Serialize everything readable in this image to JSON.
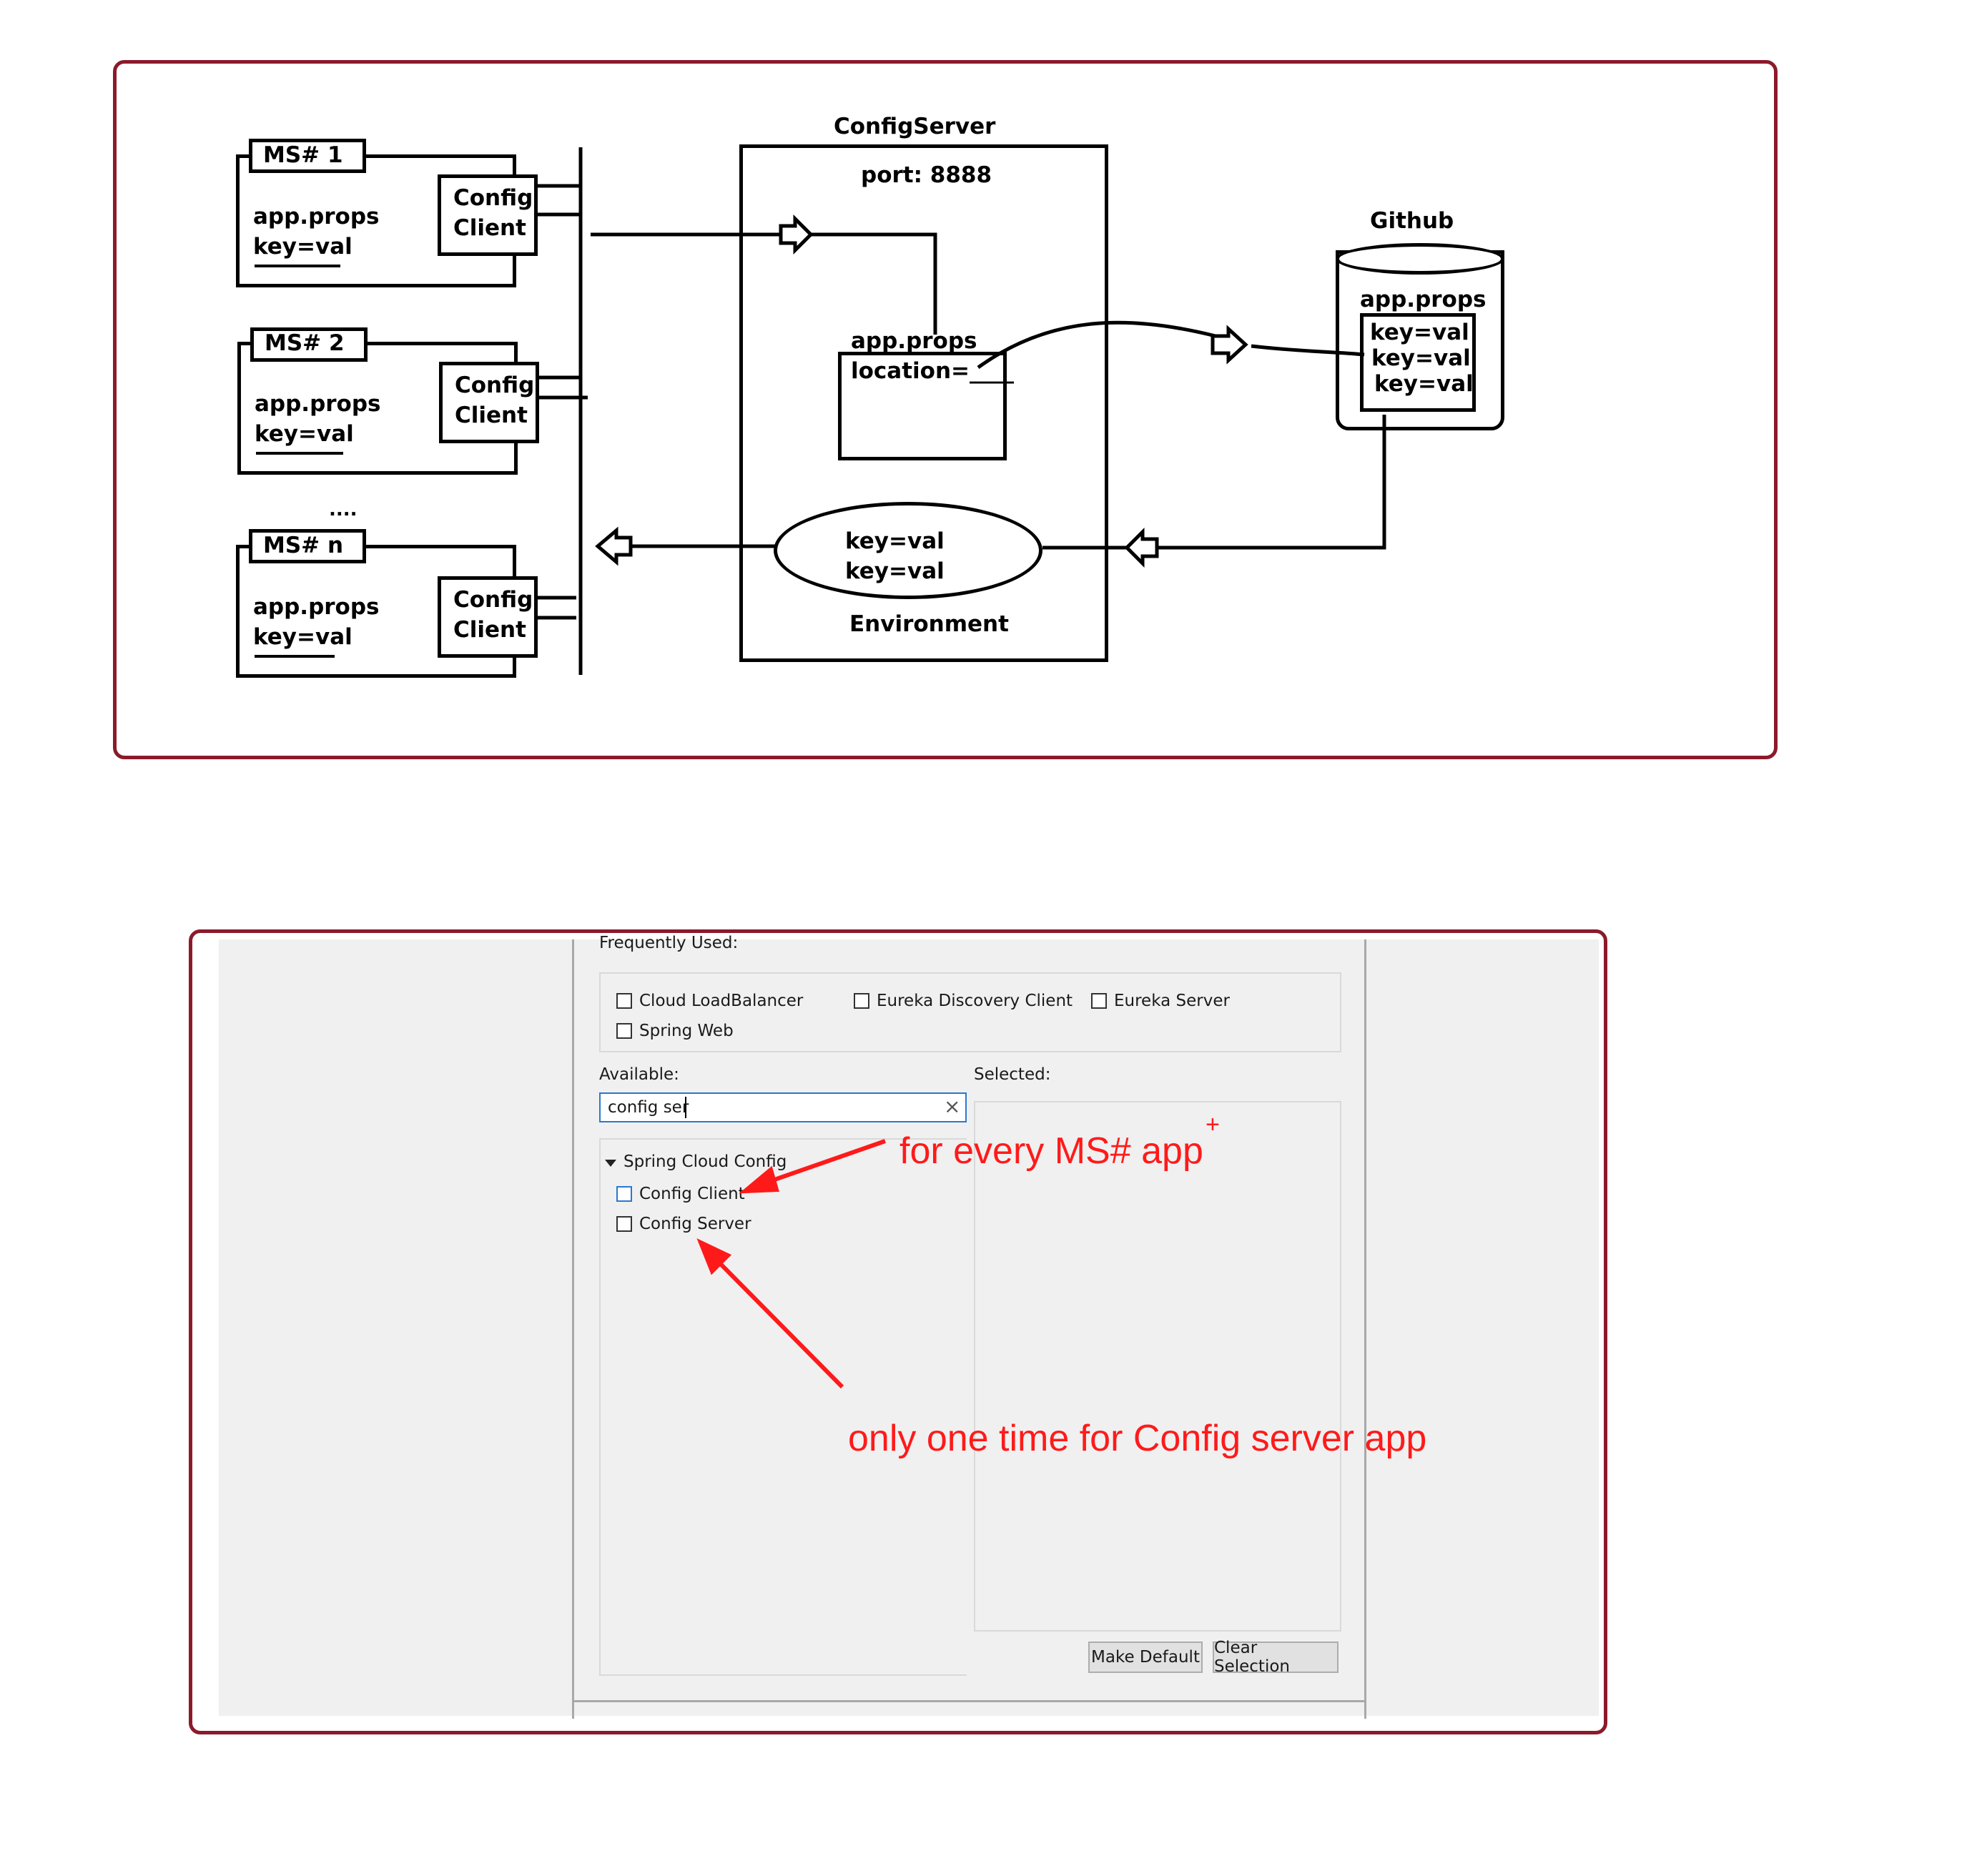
{
  "diagram": {
    "microservices": [
      {
        "tag": "MS# 1",
        "props": "app.props",
        "kv": "key=val",
        "client_line1": "Config",
        "client_line2": "Client"
      },
      {
        "tag": "MS# 2",
        "props": "app.props",
        "kv": "key=val",
        "client_line1": "Config",
        "client_line2": "Client"
      },
      {
        "tag": "MS# n",
        "props": "app.props",
        "kv": "key=val",
        "client_line1": "Config",
        "client_line2": "Client"
      }
    ],
    "ellipsis": "....",
    "config_server": {
      "title": "ConfigServer",
      "port": "port: 8888",
      "props_title": "app.props",
      "location": "location=____",
      "env_kv1": "key=val",
      "env_kv2": "key=val",
      "env_label": "Environment"
    },
    "github": {
      "title": "Github",
      "props": "app.props",
      "kv": [
        "key=val",
        "key=val",
        "key=val"
      ]
    }
  },
  "dialog": {
    "frequently_used_label": "Frequently Used:",
    "frequently_used": [
      "Cloud LoadBalancer",
      "Eureka Discovery Client",
      "Eureka Server",
      "Spring Web"
    ],
    "available_label": "Available:",
    "selected_label": "Selected:",
    "search_value": "config ser",
    "clear_glyph": "×",
    "tree_group": "Spring Cloud Config",
    "tree_items": [
      "Config Client",
      "Config Server"
    ],
    "buttons": {
      "make_default": "Make Default",
      "clear_selection": "Clear Selection"
    }
  },
  "annotations": {
    "client_note": "for every MS# app",
    "plus": "+",
    "server_note": "only one time for Config server app"
  },
  "colors": {
    "frame": "#8b1a2b",
    "annotation": "#ff1a1a",
    "focus": "#2b78d0",
    "panel": "#f0f0f0"
  }
}
